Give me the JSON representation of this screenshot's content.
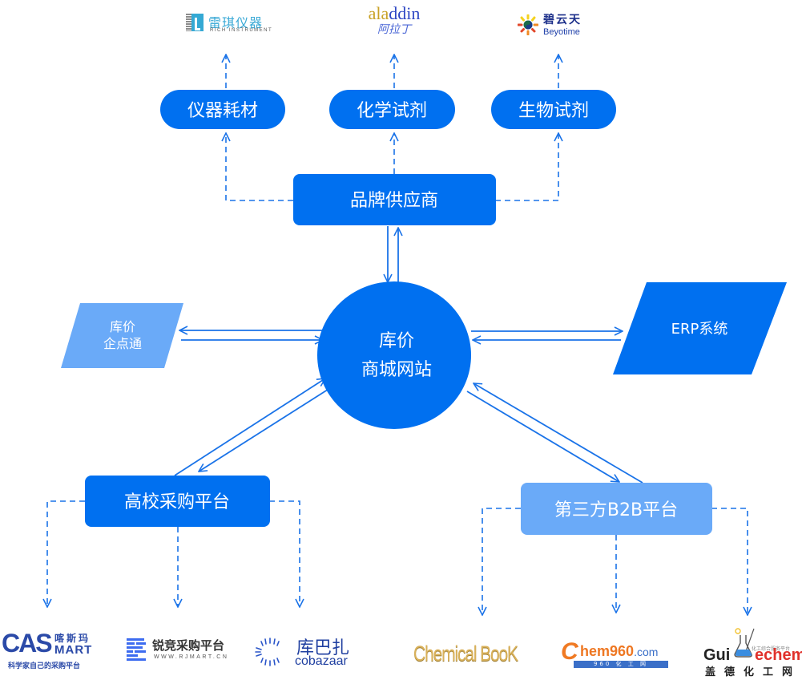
{
  "colors": {
    "primary": "#0070f0",
    "light": "#6aaaf8",
    "arrow": "#1a73e8"
  },
  "nodes": {
    "center": {
      "line1": "库价",
      "line2": "商城网站"
    },
    "brand_supplier": {
      "label": "品牌供应商"
    },
    "instruments": {
      "label": "仪器耗材"
    },
    "chemical_reagents": {
      "label": "化学试剂"
    },
    "bio_reagents": {
      "label": "生物试剂"
    },
    "enterprise": {
      "line1": "库价",
      "line2": "企点通"
    },
    "erp": {
      "label": "ERP系统"
    },
    "university": {
      "label": "高校采购平台"
    },
    "b2b": {
      "label": "第三方B2B平台"
    }
  },
  "logos": {
    "rich": {
      "cn": "雷琪仪器",
      "en": "RICH  INSTRUMENT"
    },
    "aladdin": {
      "en_a": "ala",
      "en_b": "ddin",
      "cn": "阿拉丁"
    },
    "beyotime": {
      "cn": "碧云天",
      "en": "Beyotime"
    },
    "casmart": {
      "cas": "CAS",
      "cn": "喀斯玛",
      "mart": "MART",
      "slogan": "科学家自己的采购平台"
    },
    "rjmart": {
      "cn": "锐竞采购平台",
      "en": "WWW.RJMART.CN"
    },
    "cobazaar": {
      "cn": "库巴扎",
      "en": "cobazaar"
    },
    "chemicalbook": {
      "en": "Chemical BooK"
    },
    "chem960": {
      "c": "C",
      "hem": "hem",
      "num": "960",
      "dot": ".com",
      "bar": "960 化 工 网"
    },
    "guidechem": {
      "gui": "Gui",
      "echem": "echem",
      "sub": "化工综合服务平台",
      "cn": "盖德化工网"
    }
  }
}
